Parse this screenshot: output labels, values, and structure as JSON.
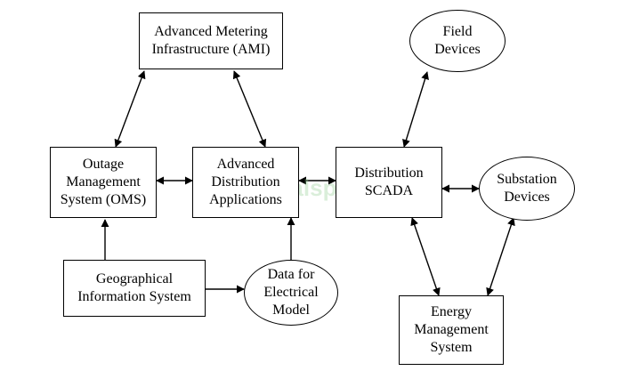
{
  "nodes": {
    "ami": {
      "lines": [
        "Advanced Metering",
        "Infrastructure (AMI)"
      ]
    },
    "field": {
      "lines": [
        "Field",
        "Devices"
      ]
    },
    "oms": {
      "lines": [
        "Outage",
        "Management",
        "System (OMS)"
      ]
    },
    "ada": {
      "lines": [
        "Advanced",
        "Distribution",
        "Applications"
      ]
    },
    "scada": {
      "lines": [
        "Distribution",
        "SCADA"
      ]
    },
    "substation": {
      "lines": [
        "Substation",
        "Devices"
      ]
    },
    "gis": {
      "lines": [
        "Geographical",
        "Information System"
      ]
    },
    "data": {
      "lines": [
        "Data for",
        "Electrical",
        "Model"
      ]
    },
    "ems": {
      "lines": [
        "Energy",
        "Management",
        "System"
      ]
    }
  },
  "watermark": {
    "text": "tutorialspoint"
  },
  "colors": {
    "stroke": "#000000",
    "background": "#ffffff",
    "watermark": "#96cd96"
  }
}
